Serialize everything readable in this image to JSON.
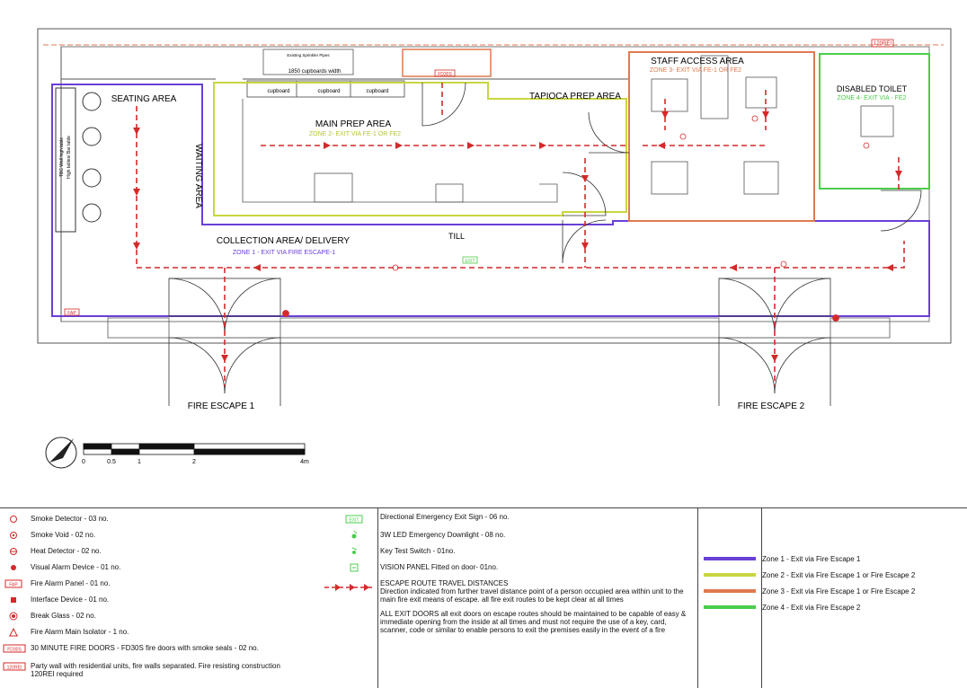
{
  "rooms": {
    "seating": "SEATING AREA",
    "waiting": "WAITING AREA",
    "main_prep": "MAIN PREP AREA",
    "main_prep_zone": "ZONE 2- EXIT VIA FE-1 OR FE2",
    "tapioca": "TAPIOCA PREP AREA",
    "staff": "STAFF ACCESS AREA",
    "staff_zone": "ZONE 3- EXIT VIA FE-1 OR FE2",
    "toilet": "DISABLED TOILET",
    "toilet_zone": "ZONE 4- EXIT VIA - FE2",
    "collection": "COLLECTION AREA/ DELIVERY",
    "collection_zone": "ZONE 1 - EXIT VIA FIRE ESCAPE-1",
    "till": "TILL",
    "fire_escape_1": "FIRE ESCAPE 1",
    "fire_escape_2": "FIRE ESCAPE 2"
  },
  "fixtures": {
    "sprinkler": "Existing Sprinkler Pipes",
    "cupboards_run": "1850 cupboards width",
    "cupboard": "cupboard",
    "bar_table": "TBC Wall high table",
    "high_table": "High tables/ Bar table",
    "wall_rating": "120REI",
    "door_tag": "FD30S",
    "fap": "FAP",
    "exit_sign": "EXIT"
  },
  "scale": {
    "ticks": [
      "0",
      "0.5",
      "1",
      "2",
      "4m"
    ]
  },
  "legend": {
    "col1": [
      {
        "icon": "smoke-detector-icon",
        "text": "Smoke Detector - 03 no."
      },
      {
        "icon": "smoke-void-icon",
        "text": "Smoke Void - 02 no."
      },
      {
        "icon": "heat-detector-icon",
        "text": "Heat Detector - 02 no."
      },
      {
        "icon": "visual-alarm-icon",
        "text": "Visual Alarm Device - 01 no."
      },
      {
        "icon": "fire-alarm-panel-icon",
        "text": "Fire Alarm Panel - 01 no."
      },
      {
        "icon": "interface-device-icon",
        "text": "Interface Device - 01 no."
      },
      {
        "icon": "break-glass-icon",
        "text": "Break Glass - 02 no."
      },
      {
        "icon": "main-isolator-icon",
        "text": "Fire Alarm Main Isolator - 1 no."
      },
      {
        "icon": "fire-door-icon",
        "text": "30 MINUTE FIRE DOORS - FD30S fire doors with smoke seals - 02 no."
      },
      {
        "icon": "party-wall-icon",
        "text": "Party wall with residential units, fire walls separated. Fire resisting construction 120REI required"
      }
    ],
    "col2": [
      {
        "icon": "exit-sign-icon",
        "text": "Directional Emergency Exit Sign - 06 no."
      },
      {
        "icon": "emergency-downlight-icon",
        "text": "3W LED Emergency Downlight - 08 no."
      },
      {
        "icon": "key-test-switch-icon",
        "text": "Key Test Switch - 01no."
      },
      {
        "icon": "vision-panel-icon",
        "text": "VISION PANEL Fitted on door- 01no."
      }
    ],
    "escape_title": "ESCAPE ROUTE TRAVEL DISTANCES",
    "escape_body": "Direction indicated from further travel distance point of a person occupied area within unit to the main fire exit means of escape. all fire exit routes to be kept clear at all times",
    "exit_doors_body": "ALL EXIT DOORS all exit doors on escape routes should be maintained to be capable of easy & immediate opening from the inside at all times and must not require the use of a key, card, scanner, code or similar to enable persons to exit the premises easily in the event of a fire",
    "zones": [
      {
        "color": "#6a3fd6",
        "text": "Zone 1 - Exit via Fire Escape 1"
      },
      {
        "color": "#c8d640",
        "text": "Zone 2 - Exit via Fire Escape 1 or Fire Escape 2"
      },
      {
        "color": "#e07a4f",
        "text": "Zone 3 - Exit via Fire Escape 1 or Fire Escape 2"
      },
      {
        "color": "#4ccc4c",
        "text": "Zone 4 - Exit via Fire Escape 2"
      }
    ]
  },
  "colors": {
    "zone1": "#6a3fd6",
    "zone2": "#c8d640",
    "zone3": "#e07a4f",
    "zone4": "#4ccc4c",
    "route": "#d42a2a"
  }
}
